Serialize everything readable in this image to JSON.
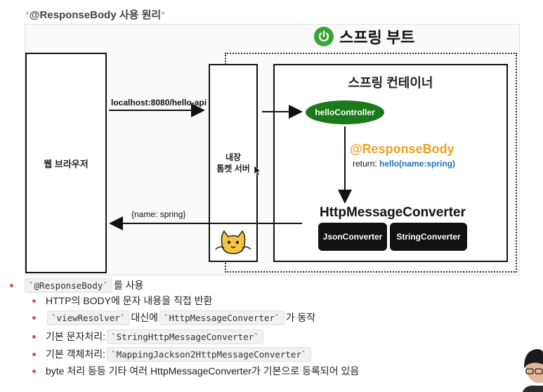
{
  "title": {
    "text": "@ResponseBody 사용 원리",
    "star": "*"
  },
  "diagram": {
    "boot_title": "스프링 부트",
    "browser": "웹 브라우저",
    "tomcat": "내장\n톰켓 서버",
    "container": "스프링 컨테이너",
    "request_label": "localhost:8080/hello-api",
    "response_label": "{name: spring}",
    "controller": "helloController",
    "response_body": "@ResponseBody",
    "return_prefix": "return:",
    "return_value": "hello(name:spring)",
    "converter_title": "HttpMessageConverter",
    "json_converter": "JsonConverter",
    "string_converter": "StringConverter",
    "colors": {
      "spring_green": "#3aa336",
      "controller_green": "#1a7a1a",
      "annotation_orange": "#f0a020",
      "return_blue": "#1d6fc0",
      "bullet_red": "#d9534f"
    }
  },
  "bullets": {
    "b1": {
      "tick1": "`",
      "code": "@ResponseBody",
      "tick2": "`",
      "text": "를 사용"
    },
    "b2": {
      "text": "HTTP의 BODY에 문자 내용을 직접 반환"
    },
    "b3": {
      "code1": "`viewResolver`",
      "mid": "대신에",
      "code2": "`HttpMessageConverter`",
      "text": "가 동작"
    },
    "b4": {
      "prefix": "기본 문자처리:",
      "code": "`StringHttpMessageConverter`"
    },
    "b5": {
      "prefix": "기본 객체처리:",
      "code": "`MappingJackson2HttpMessageConverter`"
    },
    "b6": {
      "text": "byte 처리 등등 기타 여러 HttpMessageConverter가 기본으로 등록되어 있음"
    }
  }
}
